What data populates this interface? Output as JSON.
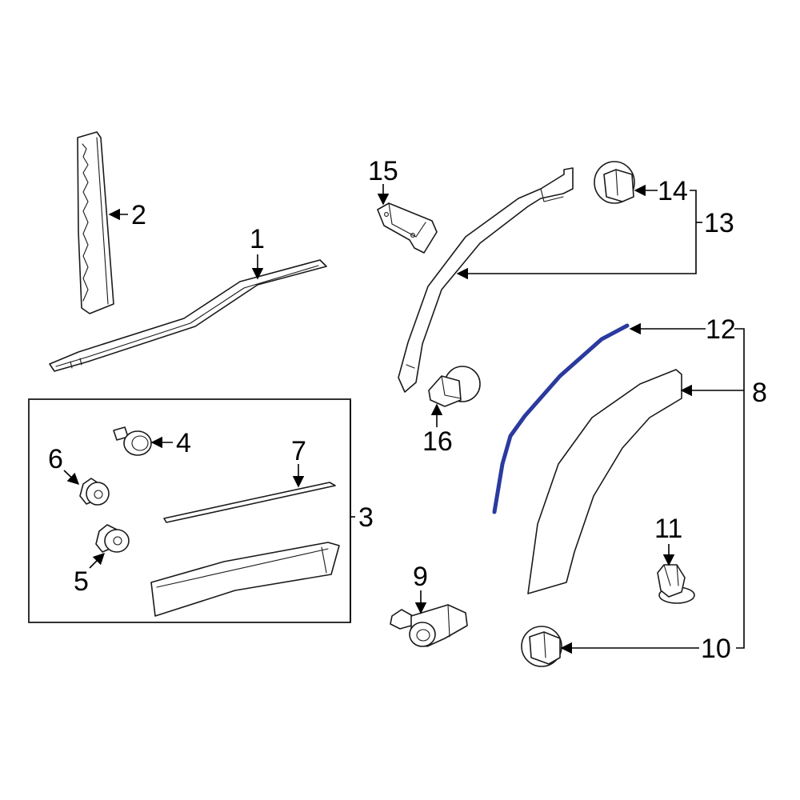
{
  "highlight_color": "#2b3a9e",
  "callouts": {
    "p1": "1",
    "p2": "2",
    "p3": "3",
    "p4": "4",
    "p5": "5",
    "p6": "6",
    "p7": "7",
    "p8": "8",
    "p9": "9",
    "p10": "10",
    "p11": "11",
    "p12": "12",
    "p13": "13",
    "p14": "14",
    "p15": "15",
    "p16": "16"
  }
}
